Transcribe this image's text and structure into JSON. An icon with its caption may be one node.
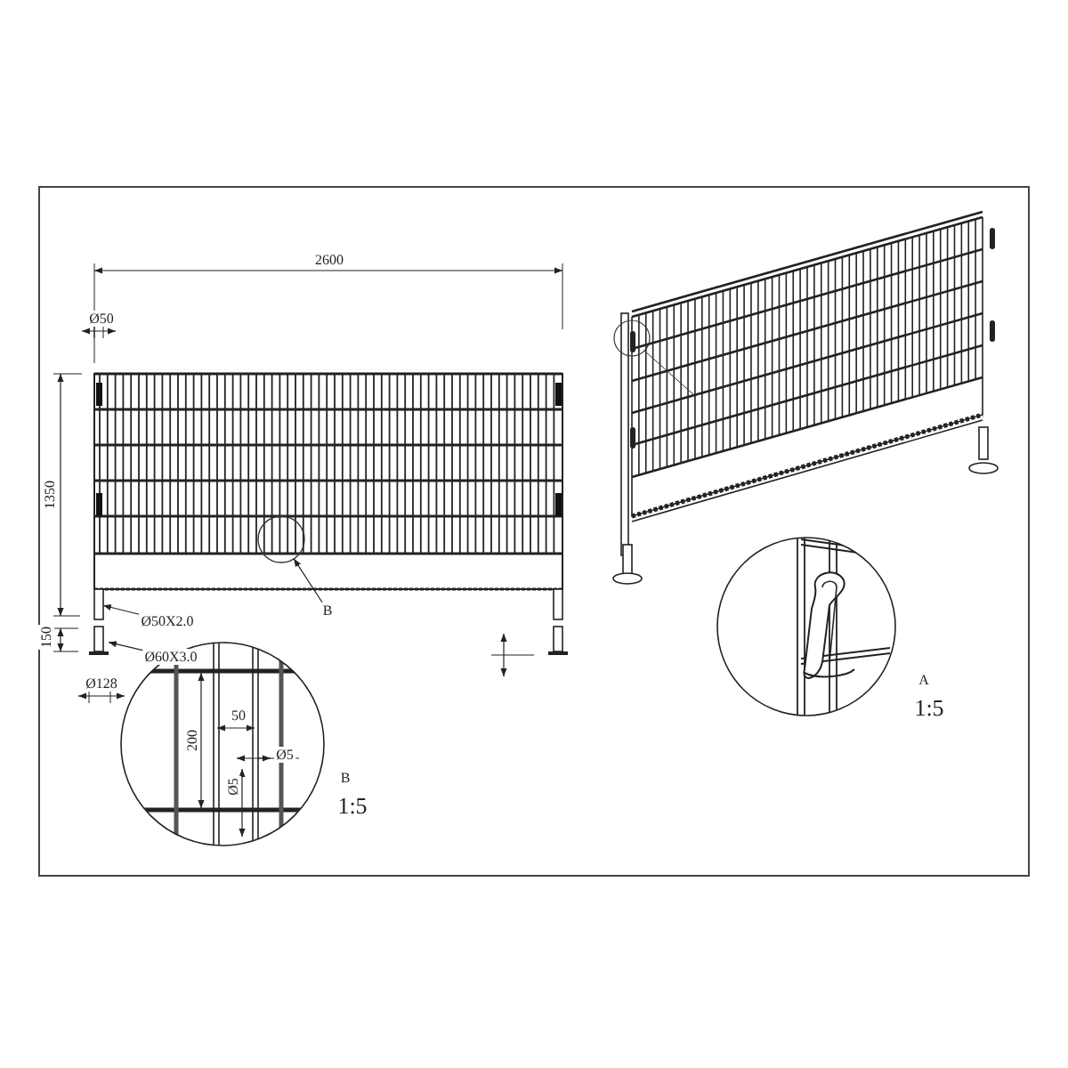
{
  "diagram": {
    "nodes": [
      {
        "text": [
          "Ø50X2.0"
        ]
      },
      {
        "text": [
          "Ø60X3.0"
        ]
      },
      {
        "text": [
          "B"
        ]
      },
      {
        "text": [],
        "shape": "circle"
      },
      {
        "text": [],
        "shape": "bar"
      },
      {
        "text": [],
        "shape": "bar"
      }
    ],
    "edges": [
      {
        "from": 0,
        "to": 4,
        "arrow": "to"
      },
      {
        "from": 1,
        "to": 5,
        "arrow": "to"
      },
      {
        "from": 2,
        "to": 3,
        "arrow": "to"
      }
    ],
    "labels": [
      "2600",
      "Ø50",
      "1350",
      "150",
      "Ø128",
      "200",
      "50",
      "Ø5",
      "Ø5",
      "B",
      "1:5",
      "A",
      "1:5"
    ]
  }
}
